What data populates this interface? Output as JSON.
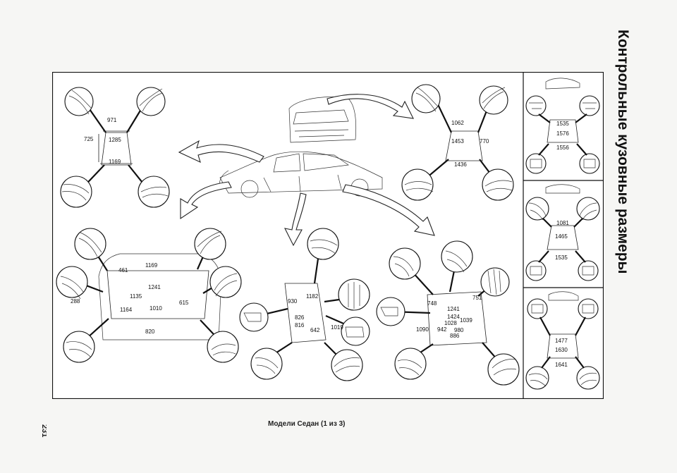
{
  "page": {
    "side_title": "Контрольные кузовные размеры",
    "footer": "Модели Седан (1 из 3)",
    "page_number": "231"
  },
  "front_view": {
    "dims": [
      "971",
      "725",
      "1285",
      "1169"
    ]
  },
  "rear_door_view": {
    "dims": [
      "1062",
      "1453",
      "770",
      "1436"
    ]
  },
  "trunk_view": {
    "dims": [
      "1169",
      "461",
      "1241",
      "288",
      "1135",
      "615",
      "1164",
      "1010",
      "820"
    ]
  },
  "front_door_view": {
    "dims": [
      "930",
      "1182",
      "826",
      "816",
      "642",
      "1019"
    ]
  },
  "rear_door_side_view": {
    "dims": [
      "751",
      "748",
      "1241",
      "1424",
      "1028",
      "1039",
      "1090",
      "942",
      "980",
      "886"
    ]
  },
  "right_panel_top": {
    "dims": [
      "1535",
      "1576",
      "1556"
    ]
  },
  "right_panel_mid": {
    "dims": [
      "1081",
      "1465",
      "1535"
    ]
  },
  "right_panel_bottom": {
    "dims": [
      "1477",
      "1630",
      "1641"
    ]
  },
  "colors": {
    "ink": "#111111",
    "paper": "#f6f6f4",
    "box": "#ffffff"
  }
}
